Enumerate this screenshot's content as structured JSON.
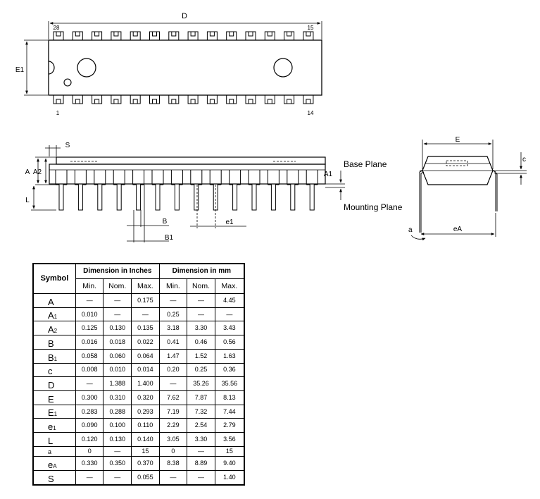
{
  "top_view": {
    "dim_length": "D",
    "dim_width": "E1",
    "pin_top_left": "28",
    "pin_top_right": "15",
    "pin_bottom_left": "1",
    "pin_bottom_right": "14",
    "pins_per_side": 14
  },
  "side_view": {
    "label_s": "S",
    "label_a": "A",
    "label_a2": "A2",
    "label_l": "L",
    "label_a1": "A1",
    "label_b": "B",
    "label_b1": "B1",
    "label_e1": "e1",
    "base_plane": "Base Plane",
    "mounting_plane": "Mounting Plane"
  },
  "end_view": {
    "label_e": "E",
    "label_c": "c",
    "label_alpha": "a",
    "label_ea": "eA"
  },
  "table": {
    "header_symbol": "Symbol",
    "header_inches": "Dimension in Inches",
    "header_mm": "Dimension in mm",
    "col_min_in": "Min.",
    "col_nom_in": "Nom.",
    "col_max_in": "Max.",
    "col_min_mm": "Min.",
    "col_nom_mm": "Nom.",
    "col_max_mm": "Max.",
    "rows": [
      {
        "sym": "A",
        "sub": "",
        "in_min": "—",
        "in_nom": "—",
        "in_max": "0.175",
        "mm_min": "—",
        "mm_nom": "—",
        "mm_max": "4.45"
      },
      {
        "sym": "A",
        "sub": "1",
        "in_min": "0.010",
        "in_nom": "—",
        "in_max": "—",
        "mm_min": "0.25",
        "mm_nom": "—",
        "mm_max": "—"
      },
      {
        "sym": "A",
        "sub": "2",
        "in_min": "0.125",
        "in_nom": "0.130",
        "in_max": "0.135",
        "mm_min": "3.18",
        "mm_nom": "3.30",
        "mm_max": "3.43"
      },
      {
        "sym": "B",
        "sub": "",
        "in_min": "0.016",
        "in_nom": "0.018",
        "in_max": "0.022",
        "mm_min": "0.41",
        "mm_nom": "0.46",
        "mm_max": "0.56"
      },
      {
        "sym": "B",
        "sub": "1",
        "in_min": "0.058",
        "in_nom": "0.060",
        "in_max": "0.064",
        "mm_min": "1.47",
        "mm_nom": "1.52",
        "mm_max": "1.63"
      },
      {
        "sym": "c",
        "sub": "",
        "in_min": "0.008",
        "in_nom": "0.010",
        "in_max": "0.014",
        "mm_min": "0.20",
        "mm_nom": "0.25",
        "mm_max": "0.36"
      },
      {
        "sym": "D",
        "sub": "",
        "in_min": "—",
        "in_nom": "1.388",
        "in_max": "1.400",
        "mm_min": "—",
        "mm_nom": "35.26",
        "mm_max": "35.56"
      },
      {
        "sym": "E",
        "sub": "",
        "in_min": "0.300",
        "in_nom": "0.310",
        "in_max": "0.320",
        "mm_min": "7.62",
        "mm_nom": "7.87",
        "mm_max": "8.13"
      },
      {
        "sym": "E",
        "sub": "1",
        "in_min": "0.283",
        "in_nom": "0.288",
        "in_max": "0.293",
        "mm_min": "7.19",
        "mm_nom": "7.32",
        "mm_max": "7.44"
      },
      {
        "sym": "e",
        "sub": "1",
        "in_min": "0.090",
        "in_nom": "0.100",
        "in_max": "0.110",
        "mm_min": "2.29",
        "mm_nom": "2.54",
        "mm_max": "2.79"
      },
      {
        "sym": "L",
        "sub": "",
        "in_min": "0.120",
        "in_nom": "0.130",
        "in_max": "0.140",
        "mm_min": "3.05",
        "mm_nom": "3.30",
        "mm_max": "3.56"
      },
      {
        "sym": "a",
        "sub": "",
        "in_min": "0",
        "in_nom": "—",
        "in_max": "15",
        "mm_min": "0",
        "mm_nom": "—",
        "mm_max": "15"
      },
      {
        "sym": "e",
        "sub": "A",
        "in_min": "0.330",
        "in_nom": "0.350",
        "in_max": "0.370",
        "mm_min": "8.38",
        "mm_nom": "8.89",
        "mm_max": "9.40"
      },
      {
        "sym": "S",
        "sub": "",
        "in_min": "—",
        "in_nom": "—",
        "in_max": "0.055",
        "mm_min": "—",
        "mm_nom": "—",
        "mm_max": "1.40"
      }
    ]
  }
}
